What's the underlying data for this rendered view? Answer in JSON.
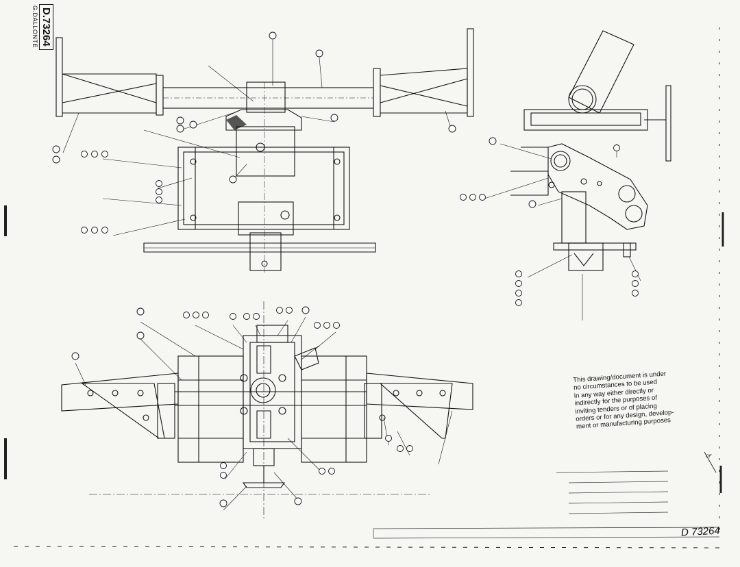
{
  "drawing_number_top": "D.73264",
  "drawing_number_top_sub": "G.DALLONTE",
  "drawing_number_bottom": "D 73264",
  "restriction_note": "This drawing/document is under\nno circumstances to be used\nin any way either directly or\nindirectly for the purposes of\ninviting tenders or of placing\norders or for any design, develop-\nment or manufacturing purposes",
  "margin_initials": "OF"
}
